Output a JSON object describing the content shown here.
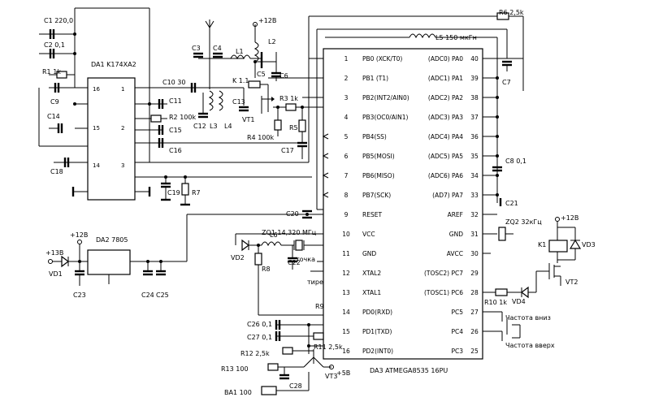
{
  "mcu": {
    "label": "DA3 ATMEGA8535 16PU",
    "left_pins": [
      {
        "num": "1",
        "name": "PB0 (XCK/T0)"
      },
      {
        "num": "2",
        "name": "PB1 (T1)"
      },
      {
        "num": "3",
        "name": "PB2(INT2/AIN0)"
      },
      {
        "num": "4",
        "name": "PB3(OC0/AIN1)"
      },
      {
        "num": "5",
        "name": "PB4(SS)"
      },
      {
        "num": "6",
        "name": "PB5(MOSI)"
      },
      {
        "num": "7",
        "name": "PB6(MISO)"
      },
      {
        "num": "8",
        "name": "PB7(SCK)"
      },
      {
        "num": "9",
        "name": "RESET"
      },
      {
        "num": "10",
        "name": "VCC"
      },
      {
        "num": "11",
        "name": "GND"
      },
      {
        "num": "12",
        "name": "XTAL2"
      },
      {
        "num": "13",
        "name": "XTAL1"
      },
      {
        "num": "14",
        "name": "PD0(RXD)"
      },
      {
        "num": "15",
        "name": "PD1(TXD)"
      },
      {
        "num": "16",
        "name": "PD2(INT0)"
      }
    ],
    "right_pins": [
      {
        "num": "40",
        "name": "(ADC0) PA0"
      },
      {
        "num": "39",
        "name": "(ADC1) PA1"
      },
      {
        "num": "38",
        "name": "(ADC2) PA2"
      },
      {
        "num": "37",
        "name": "(ADC3) PA3"
      },
      {
        "num": "36",
        "name": "(ADC4) PA4"
      },
      {
        "num": "35",
        "name": "(ADC5) PA5"
      },
      {
        "num": "34",
        "name": "(ADC6) PA6"
      },
      {
        "num": "33",
        "name": "(AD7) PA7"
      },
      {
        "num": "32",
        "name": "AREF"
      },
      {
        "num": "31",
        "name": "GND"
      },
      {
        "num": "30",
        "name": "AVCC"
      },
      {
        "num": "29",
        "name": "(TOSC2) PC7"
      },
      {
        "num": "28",
        "name": "(TOSC1) PC6"
      },
      {
        "num": "27",
        "name": "PC5"
      },
      {
        "num": "26",
        "name": "PC4"
      },
      {
        "num": "25",
        "name": "PC3"
      }
    ]
  },
  "da1": {
    "label": "DA1 K174XA2",
    "pins": [
      "16",
      "1",
      "15",
      "2",
      "14",
      "3"
    ]
  },
  "da2": {
    "label": "DA2 7805"
  },
  "labels": {
    "c1": "C1 220,0",
    "c2": "C2 0,1",
    "r1": "R1 1k",
    "c9": "C9",
    "c14": "C14",
    "c18": "C18",
    "c10": "C10 30",
    "c11": "C11",
    "r2": "R2 100k",
    "c15": "C15",
    "c16": "C16",
    "c17": "C17",
    "c19": "C19",
    "r7": "R7",
    "c3": "C3",
    "c4": "C4",
    "l1": "L1",
    "l2": "L2",
    "plus12_top": "+12B",
    "c5": "C5",
    "c6": "C6",
    "k11": "K 1.1",
    "c13": "C13",
    "c12": "C12",
    "l3": "L3",
    "l4": "L4",
    "vt1": "VT1",
    "r3": "R3 1k",
    "r5": "R5",
    "r4": "R4 100k",
    "r6": "R6 2,5k",
    "l5": "L5 150 мкГн",
    "c7": "C7",
    "c8": "C8 0,1",
    "c21": "C21",
    "c20": "C20",
    "zq1": "ZQ1 14,320 МГц",
    "l6": "L6",
    "c22": "C22",
    "vd2": "VD2",
    "r8": "R8",
    "point": "точка",
    "dash": "тире",
    "r9": "R9",
    "c26": "C26 0,1",
    "c27": "C27 0,1",
    "r11": "R11 2,5k",
    "r12": "R12 2,5k",
    "r13": "R13 100",
    "vt3": "VT3",
    "plus5": "+5В",
    "c28": "C28",
    "ba1": "BA1 100",
    "plus12_left": "+12В",
    "plus13": "+13В",
    "vd1": "VD1",
    "c23": "C23",
    "c24": "C24",
    "c25": "C25",
    "zq2": "ZQ2 32кГц",
    "plus12_right": "+12В",
    "k1": "K1",
    "vd3": "VD3",
    "vt2": "VT2",
    "r10": "R10 1k",
    "vd4": "VD4",
    "freq_down": "Частота вниз",
    "freq_up": "Частота вверх"
  }
}
